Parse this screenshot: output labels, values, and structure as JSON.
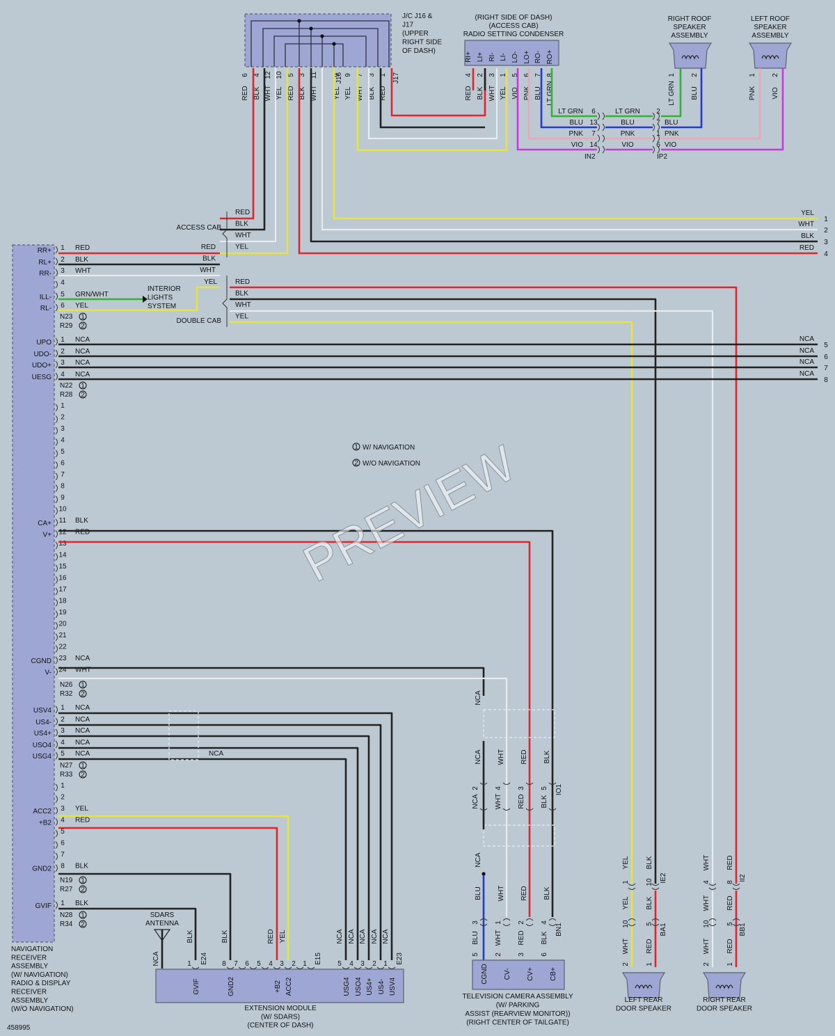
{
  "colors": {
    "RED": "#e0262a",
    "BLK": "#222222",
    "WHT": "#e8ecef",
    "YEL": "#e6e445",
    "GRN": "#2fb52f",
    "BLU": "#2438d8",
    "PNK": "#e8a8b4",
    "VIO": "#c83ad8",
    "NCA": "#222222",
    "GRNWHT": "#2fb52f"
  },
  "jc": {
    "title": [
      "J/C J16 &",
      "J17",
      "(UPPER",
      "RIGHT SIDE",
      "OF DASH)"
    ],
    "pins": [
      {
        "n": "6",
        "w": "RED",
        "c": "RED"
      },
      {
        "n": "4",
        "w": "BLK",
        "c": "BLK"
      },
      {
        "n": "12",
        "w": "WHT",
        "c": "WHT"
      },
      {
        "n": "10",
        "w": "YEL",
        "c": "YEL"
      },
      {
        "n": "5",
        "w": "RED",
        "c": "RED"
      },
      {
        "n": "3",
        "w": "BLK",
        "c": "BLK"
      },
      {
        "n": "11",
        "w": "WHT",
        "c": "WHT"
      },
      {
        "n": "9",
        "w": "YEL",
        "c": "YEL"
      },
      {
        "n": "9",
        "w": "YEL",
        "c": "YEL"
      },
      {
        "n": "7",
        "w": "WHT",
        "c": "WHT"
      },
      {
        "n": "3",
        "w": "BLK",
        "c": "BLK"
      },
      {
        "n": "1",
        "w": "RED",
        "c": "RED"
      }
    ],
    "conn1": "J16",
    "conn2": "J17"
  },
  "cond": {
    "title": [
      "(RIGHT SIDE OF DASH)",
      "(ACCESS CAB)",
      "RADIO SETTING CONDENSER"
    ],
    "pins": [
      {
        "label": "RI+",
        "n": "4",
        "w": "RED",
        "c": "RED"
      },
      {
        "label": "LI+",
        "n": "2",
        "w": "BLK",
        "c": "BLK"
      },
      {
        "label": "RI-",
        "n": "3",
        "w": "WHT",
        "c": "WHT"
      },
      {
        "label": "LI-",
        "n": "1",
        "w": "YEL",
        "c": "YEL"
      },
      {
        "label": "LO-",
        "n": "5",
        "w": "VIO",
        "c": "VIO"
      },
      {
        "label": "LO+",
        "n": "6",
        "w": "PNK",
        "c": "PNK"
      },
      {
        "label": "RO-",
        "n": "7",
        "w": "BLU",
        "c": "BLU"
      },
      {
        "label": "RO+",
        "n": "8",
        "w": "LT GRN",
        "c": "GRN"
      }
    ]
  },
  "roof_right": {
    "title": [
      "RIGHT ROOF",
      "SPEAKER",
      "ASSEMBLY"
    ],
    "p1": "1",
    "p2": "2",
    "w1": "LT GRN",
    "w2": "BLU"
  },
  "roof_left": {
    "title": [
      "LEFT ROOF",
      "SPEAKER",
      "ASSEMBLY"
    ],
    "p1": "1",
    "p2": "2",
    "w1": "PNK",
    "w2": "VIO"
  },
  "inline": {
    "in2": "IN2",
    "ip2": "IP2",
    "rows": [
      {
        "w": "LT GRN",
        "pin": "6",
        "w2": "LT GRN",
        "pin2": "2",
        "c": "GRN"
      },
      {
        "w": "BLU",
        "pin": "13",
        "w2": "BLU",
        "pin2": "7",
        "w3": "BLU",
        "c": "BLU"
      },
      {
        "w": "PNK",
        "pin": "7",
        "w2": "PNK",
        "pin2": "1",
        "w3": "PNK",
        "c": "PNK"
      },
      {
        "w": "VIO",
        "pin": "14",
        "w2": "VIO",
        "pin2": "6",
        "w3": "VIO",
        "c": "VIO"
      }
    ]
  },
  "cab": {
    "access": "ACCESS CAB",
    "double": "DOUBLE CAB",
    "access_wires": [
      "RED",
      "BLK",
      "WHT",
      "YEL"
    ],
    "double_wires": [
      "RED",
      "BLK",
      "WHT",
      "YEL"
    ]
  },
  "right_out": [
    {
      "w": "YEL",
      "n": "1"
    },
    {
      "w": "WHT",
      "n": "2"
    },
    {
      "w": "BLK",
      "n": "3"
    },
    {
      "w": "RED",
      "n": "4"
    },
    {
      "w": "NCA",
      "n": "5"
    },
    {
      "w": "NCA",
      "n": "6"
    },
    {
      "w": "NCA",
      "n": "7"
    },
    {
      "w": "NCA",
      "n": "8"
    }
  ],
  "receiver": {
    "title": [
      "NAVIGATION",
      "RECEIVER",
      "ASSEMBLY",
      "(W/ NAVIGATION)",
      "RADIO & DISPLAY",
      "RECEIVER",
      "ASSEMBLY",
      "(W/O NAVIGATION)"
    ],
    "c1": [
      {
        "n": "1",
        "label": "RR+",
        "w": "RED",
        "rw": "RED"
      },
      {
        "n": "2",
        "label": "RL+",
        "w": "BLK",
        "rw": "BLK"
      },
      {
        "n": "3",
        "label": "RR-",
        "w": "WHT",
        "rw": "WHT"
      },
      {
        "n": "4",
        "label": "",
        "w": "",
        "rw": "YEL"
      },
      {
        "n": "5",
        "label": "ILL-",
        "w": "GRN/WHT"
      },
      {
        "n": "6",
        "label": "RL-",
        "w": "YEL"
      }
    ],
    "c1refs": [
      "N23",
      "R29"
    ],
    "interior": [
      "INTERIOR",
      "LIGHTS",
      "SYSTEM"
    ],
    "c2": [
      {
        "n": "1",
        "label": "UPO",
        "w": "NCA"
      },
      {
        "n": "2",
        "label": "UDO-",
        "w": "NCA"
      },
      {
        "n": "3",
        "label": "UDO+",
        "w": "NCA"
      },
      {
        "n": "4",
        "label": "UESG",
        "w": "NCA"
      }
    ],
    "c2refs": [
      "N22",
      "R28"
    ],
    "c3": [
      {
        "n": "1"
      },
      {
        "n": "2"
      },
      {
        "n": "3"
      },
      {
        "n": "4"
      },
      {
        "n": "5"
      },
      {
        "n": "6"
      },
      {
        "n": "7"
      },
      {
        "n": "8"
      },
      {
        "n": "9"
      },
      {
        "n": "10"
      },
      {
        "n": "11",
        "label": "CA+",
        "w": "BLK"
      },
      {
        "n": "12",
        "label": "V+",
        "w": "RED"
      },
      {
        "n": "13"
      },
      {
        "n": "14"
      },
      {
        "n": "15"
      },
      {
        "n": "16"
      },
      {
        "n": "17"
      },
      {
        "n": "18"
      },
      {
        "n": "19"
      },
      {
        "n": "20"
      },
      {
        "n": "21"
      },
      {
        "n": "22"
      },
      {
        "n": "23",
        "label": "CGND",
        "w": "NCA"
      },
      {
        "n": "24",
        "label": "V-",
        "w": "WHT"
      }
    ],
    "c3refs": [
      "N26",
      "R32"
    ],
    "c4": [
      {
        "n": "1",
        "label": "USV4",
        "w": "NCA"
      },
      {
        "n": "2",
        "label": "US4-",
        "w": "NCA"
      },
      {
        "n": "3",
        "label": "US4+",
        "w": "NCA"
      },
      {
        "n": "4",
        "label": "USO4",
        "w": "NCA"
      },
      {
        "n": "5",
        "label": "USG4",
        "w": "NCA"
      }
    ],
    "c4refs": [
      "N27",
      "R33"
    ],
    "c4nca": "NCA",
    "c5": [
      {
        "n": "1"
      },
      {
        "n": "2"
      },
      {
        "n": "3",
        "label": "ACC2",
        "w": "YEL"
      },
      {
        "n": "4",
        "label": "+B2",
        "w": "RED"
      },
      {
        "n": "5"
      },
      {
        "n": "6"
      },
      {
        "n": "7"
      },
      {
        "n": "8",
        "label": "GND2",
        "w": "BLK"
      }
    ],
    "c5refs": [
      "N19",
      "R27"
    ],
    "c6": [
      {
        "n": "1",
        "label": "GVIF",
        "w": "BLK"
      }
    ],
    "c6refs": [
      "N28",
      "R34"
    ]
  },
  "legend": [
    {
      "k": "1",
      "t": "W/ NAVIGATION"
    },
    {
      "k": "2",
      "t": "W/O NAVIGATION"
    }
  ],
  "sdars": {
    "title": [
      "SDARS",
      "ANTENNA"
    ],
    "w": "NCA"
  },
  "ext": {
    "title": [
      "EXTENSION MODULE",
      "(W/ SDARS)",
      "(CENTER OF DASH)"
    ],
    "pins": [
      {
        "n": "1",
        "label": "GVIF"
      },
      {
        "n": "8",
        "label": "GND2"
      },
      {
        "n": "7"
      },
      {
        "n": "6"
      },
      {
        "n": "5"
      },
      {
        "n": "4",
        "label": "+B2"
      },
      {
        "n": "3",
        "label": "ACC2"
      },
      {
        "n": "2"
      },
      {
        "n": "1"
      },
      {
        "n": "5",
        "label": "USG4"
      },
      {
        "n": "4",
        "label": "USO4"
      },
      {
        "n": "3",
        "label": "US4+"
      },
      {
        "n": "2",
        "label": "US4-"
      },
      {
        "n": "1",
        "label": "USV4"
      }
    ],
    "wires": {
      "gvif": "BLK",
      "gnd2": "BLK",
      "b2": "RED",
      "acc2": "YEL",
      "usb": [
        "NCA",
        "NCA",
        "NCA",
        "NCA",
        "NCA"
      ]
    },
    "conns": [
      "E24",
      "E15",
      "E23"
    ]
  },
  "tv": {
    "title": [
      "TELEVISION CAMERA ASSEMBLY",
      "(W/ PARKING",
      "ASSIST (REARVIEW MONITOR))",
      "(RIGHT CENTER OF TAILGATE)"
    ],
    "labels": [
      "CGND",
      "CV-",
      "CV+",
      "CB+"
    ],
    "top": [
      "NCA",
      "NCA",
      "WHT",
      "RED",
      "BLK"
    ],
    "mid": [
      {
        "w": "NCA",
        "n": "2"
      },
      {
        "w": "WHT",
        "n": "4"
      },
      {
        "w": "RED",
        "n": "3"
      },
      {
        "w": "BLK",
        "n": "5"
      }
    ],
    "low": [
      "NCA",
      "BLU",
      "WHT",
      "RED",
      "BLK"
    ],
    "bot": [
      {
        "w": "BLU",
        "n": "3",
        "p": "5"
      },
      {
        "w": "WHT",
        "n": "1",
        "p": "2"
      },
      {
        "w": "RED",
        "n": "2",
        "p": "3"
      },
      {
        "w": "BLK",
        "n": "4",
        "p": "6"
      }
    ],
    "io1": "IO1",
    "bn1": "BN1"
  },
  "lrear": {
    "title": [
      "LEFT REAR",
      "DOOR SPEAKER"
    ],
    "top": [
      {
        "w": "YEL",
        "n": "1"
      },
      {
        "w": "BLK",
        "n": "10"
      }
    ],
    "mid": [
      {
        "w": "YEL",
        "n": "10"
      },
      {
        "w": "BLK",
        "n": "5"
      }
    ],
    "bot": [
      {
        "w": "WHT",
        "p": "2"
      },
      {
        "w": "RED",
        "p": "1"
      }
    ],
    "ie2": "IE2",
    "ba1": "BA1"
  },
  "rrear": {
    "title": [
      "RIGHT REAR",
      "DOOR SPEAKER"
    ],
    "top": [
      {
        "w": "WHT",
        "n": "4"
      },
      {
        "w": "RED",
        "n": "8"
      }
    ],
    "mid": [
      {
        "w": "WHT",
        "n": "10"
      },
      {
        "w": "RED",
        "n": "5"
      }
    ],
    "bot": [
      {
        "w": "WHT",
        "p": "2"
      },
      {
        "w": "RED",
        "p": "1"
      }
    ],
    "ie2": "II2",
    "bb1": "BB1"
  },
  "docid": "458995",
  "watermark": "PREVIEW"
}
